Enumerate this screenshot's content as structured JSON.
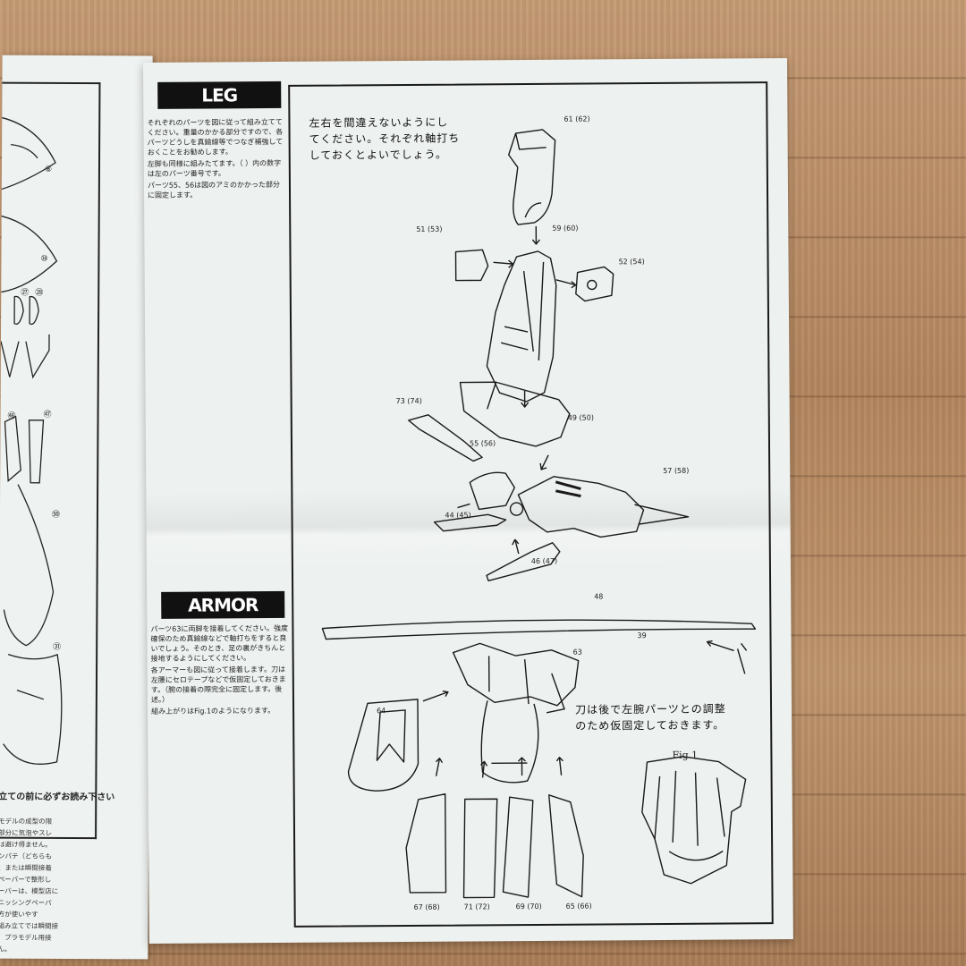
{
  "left_page": {
    "part_numbers": [
      "⑧",
      "⑩",
      "㉗",
      "㉘",
      "㊻",
      "㊼",
      "㊿",
      "㉛"
    ],
    "read_notice": "立ての前に必ずお読み下さい",
    "notes": [
      "モデルの成型の限",
      "部分に気泡やスレ",
      "は避け得ません。",
      "ンパテ（どちらも",
      "、または瞬間接着",
      "ペーパーで整形し",
      "ーパーは、模型店に",
      "ニッシングペーパ",
      "方が使いやす",
      "組み立てでは瞬間接",
      "、プラモデル用接",
      "ん。"
    ]
  },
  "leg": {
    "title": "LEG",
    "text": [
      "それぞれのパーツを図に従って組み立ててください。重量のかかる部分ですので、各パーツどうしを真鍮線等でつなぎ補強しておくことをお勧めします。",
      "左脚も同様に組みたてます。（ ）内の数字は左のパーツ番号です。",
      "パーツ55、56は図のアミのかかった部分に固定します。"
    ],
    "note": [
      "左右を間違えないようにし",
      "てください。それぞれ軸打ち",
      "しておくとよいでしょう。"
    ],
    "labels": {
      "p61": "61 (62)",
      "p51": "51 (53)",
      "p59": "59 (60)",
      "p52": "52 (54)",
      "p73": "73 (74)",
      "p49": "49 (50)",
      "p55": "55 (56)",
      "p57": "57 (58)",
      "p44": "44 (45)",
      "p46": "46 (47)"
    }
  },
  "armor": {
    "title": "ARMOR",
    "text": [
      "パーツ63に両脚を接着してください。強度確保のため真鍮線などで軸打ちをすると良いでしょう。そのとき、足の裏がきちんと接地するようにしてください。",
      "各アーマーも図に従って接着します。刀は左腰にセロテープなどで仮固定しておきます。（腕の接着の際完全に固定します。後述。）",
      "組み上がりはFig.1のようになります。"
    ],
    "note": [
      "刀は後で左腕パーツとの調整",
      "のため仮固定しておきます。"
    ],
    "fig_label": "Fig.1",
    "labels": {
      "p48": "48",
      "p39": "39",
      "p63": "63",
      "p64": "64",
      "p67": "67 (68)",
      "p71": "71 (72)",
      "p69": "69 (70)",
      "p65": "65 (66)"
    }
  },
  "colors": {
    "paper": "#edf1ef",
    "ink": "#1a1a1a",
    "table": "#b98e68"
  }
}
